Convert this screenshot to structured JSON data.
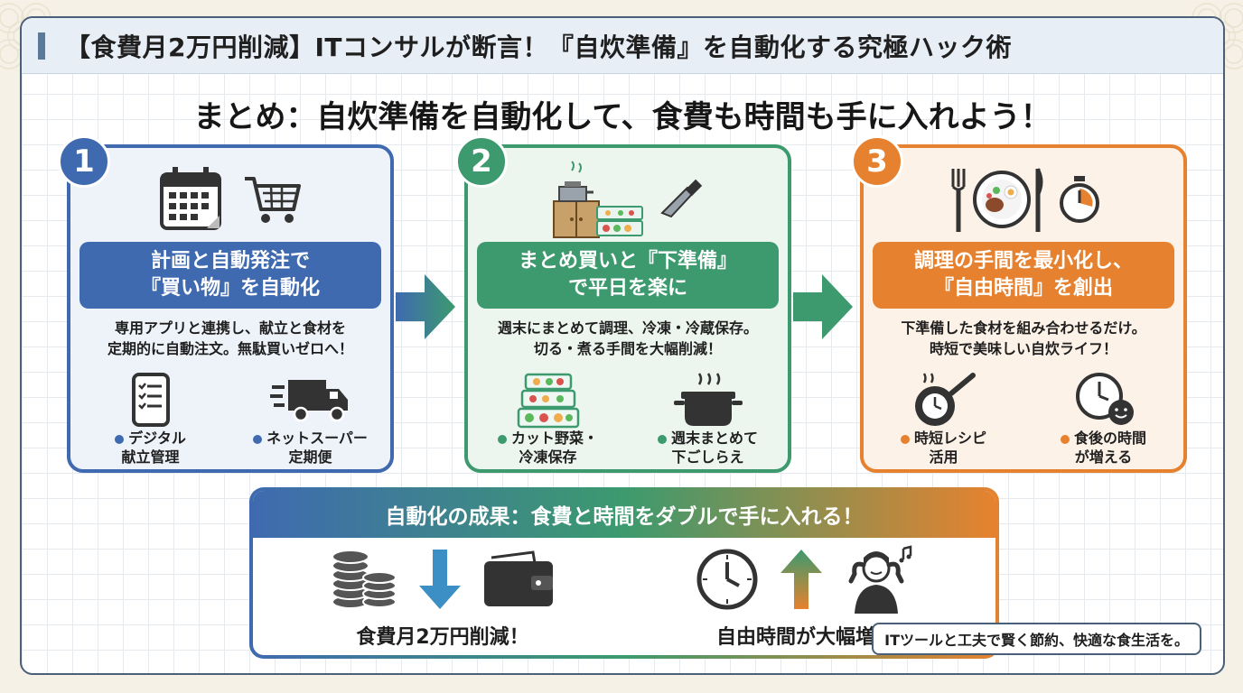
{
  "title": "【食費月2万円削減】ITコンサルが断言！『自炊準備』を自動化する究極ハック術",
  "summary": "まとめ：自炊準備を自動化して、食費も時間も手に入れよう！",
  "colors": {
    "blue": "#3f6ab0",
    "green": "#3c9a6e",
    "orange": "#e6822f",
    "frame": "#4a5f78"
  },
  "steps": [
    {
      "number": "1",
      "banner_line1": "計画と自動発注で",
      "banner_line2": "『買い物』を自動化",
      "desc_line1": "専用アプリと連携し、献立と食材を",
      "desc_line2": "定期的に自動注文。無駄買いゼロへ！",
      "icons": [
        "calendar-icon",
        "shopping-cart-icon"
      ],
      "subs": [
        {
          "icon": "smartphone-checklist-icon",
          "line1": "デジタル",
          "line2": "献立管理"
        },
        {
          "icon": "delivery-truck-icon",
          "line1": "ネットスーパー",
          "line2": "定期便"
        }
      ]
    },
    {
      "number": "2",
      "banner_line1": "まとめ買いと『下準備』",
      "banner_line2": "で平日を楽に",
      "desc_line1": "週末にまとめて調理、冷凍・冷蔵保存。",
      "desc_line2": "切る・煮る手間を大幅削減！",
      "icons": [
        "kitchen-prep-icon",
        "knife-icon"
      ],
      "subs": [
        {
          "icon": "storage-containers-icon",
          "line1": "カット野菜・",
          "line2": "冷凍保存"
        },
        {
          "icon": "cooking-pot-icon",
          "line1": "週末まとめて",
          "line2": "下ごしらえ"
        }
      ]
    },
    {
      "number": "3",
      "banner_line1": "調理の手間を最小化し、",
      "banner_line2": "『自由時間』を創出",
      "desc_line1": "下準備した食材を組み合わせるだけ。",
      "desc_line2": "時短で美味しい自炊ライフ！",
      "icons": [
        "meal-plate-icon",
        "stopwatch-icon"
      ],
      "subs": [
        {
          "icon": "frying-pan-timer-icon",
          "line1": "時短レシピ",
          "line2": "活用"
        },
        {
          "icon": "clock-smile-icon",
          "line1": "食後の時間",
          "line2": "が増える"
        }
      ]
    }
  ],
  "result": {
    "heading": "自動化の成果：食費と時間をダブルで手に入れる！",
    "left_label": "食費月2万円削減！",
    "right_label": "自由時間が大幅増！",
    "left_icons": [
      "coins-icon",
      "down-arrow-icon",
      "wallet-icon"
    ],
    "right_icons": [
      "clock-icon",
      "up-arrow-icon",
      "relaxed-person-icon"
    ]
  },
  "footer_note": "ITツールと工夫で賢く節約、快適な食生活を。"
}
